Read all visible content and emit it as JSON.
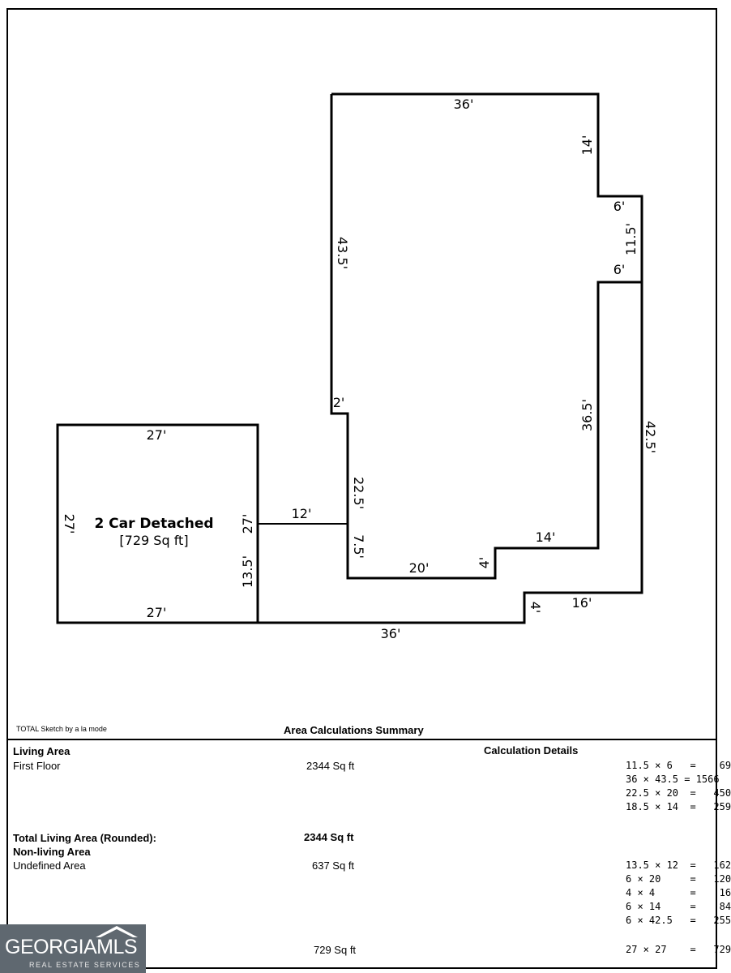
{
  "sketch": {
    "garage_title": "2 Car Detached",
    "garage_area": "[729 Sq ft]",
    "dims": {
      "garage_top": "27'",
      "garage_bottom": "27'",
      "garage_left": "27'",
      "garage_right": "27'",
      "breezeway_top": "12'",
      "breezeway_left": "13.5'",
      "bottom_long": "36'",
      "house_top": "36'",
      "house_right_upper": "14'",
      "bump_top": "6'",
      "bump_side": "11.5'",
      "bump_bottom": "6'",
      "house_left": "43.5'",
      "notch_small": "2'",
      "house_right_mid": "36.5'",
      "outer_right": "42.5'",
      "inner_left": "22.5'",
      "inner_left_short": "7.5'",
      "inner_bottom": "20'",
      "inner_step": "4'",
      "inner_step_top": "14'",
      "outer_step": "4'",
      "outer_bottom": "16'"
    }
  },
  "footer": {
    "credit": "TOTAL Sketch by a la mode",
    "summary_title": "Area Calculations Summary"
  },
  "summary": {
    "living_area_heading": "Living Area",
    "calc_details_heading": "Calculation Details",
    "first_floor_label": "First Floor",
    "first_floor_area": "2344 Sq ft",
    "first_floor_calcs": [
      "11.5 × 6   =    69",
      "36 × 43.5 = 1566",
      "22.5 × 20  =   450",
      "18.5 × 14  =   259"
    ],
    "total_living_label": "Total Living Area (Rounded):",
    "total_living_value": "2344 Sq ft",
    "non_living_heading": "Non-living Area",
    "undefined_label": "Undefined Area",
    "undefined_area": "637 Sq ft",
    "undefined_calcs": [
      "13.5 × 12  =   162",
      "6 × 20     =   120",
      "4 × 4      =    16",
      "6 × 14     =    84",
      "6 × 42.5   =   255"
    ],
    "garage_area": "729 Sq ft",
    "garage_calc": "27 × 27    =   729"
  },
  "logo": {
    "name": "GEORGIAMLS",
    "tagline": "REAL ESTATE SERVICES"
  }
}
